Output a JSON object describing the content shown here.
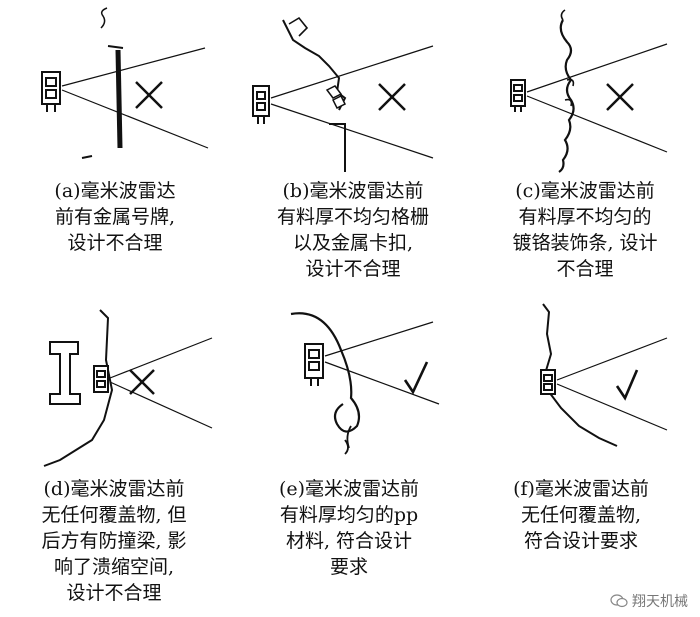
{
  "panels": [
    {
      "id": "a",
      "lines": [
        "(a)毫米波雷达",
        "前有金属号牌,",
        "设计不合理"
      ],
      "mark": "cross"
    },
    {
      "id": "b",
      "lines": [
        "(b)毫米波雷达前",
        "有料厚不均匀格栅",
        "以及金属卡扣,",
        "设计不合理"
      ],
      "mark": "cross"
    },
    {
      "id": "c",
      "lines": [
        "(c)毫米波雷达前",
        "有料厚不均匀的",
        "镀铬装饰条, 设计",
        "不合理"
      ],
      "mark": "cross"
    },
    {
      "id": "d",
      "lines": [
        "(d)毫米波雷达前",
        "无任何覆盖物, 但",
        "后方有防撞梁, 影",
        "响了溃缩空间,",
        "设计不合理"
      ],
      "mark": "cross"
    },
    {
      "id": "e",
      "lines": [
        "(e)毫米波雷达前",
        "有料厚均匀的pp",
        "材料, 符合设计",
        "要求"
      ],
      "mark": "check"
    },
    {
      "id": "f",
      "lines": [
        "(f)毫米波雷达前",
        "无任何覆盖物,",
        "符合设计要求"
      ],
      "mark": "check"
    }
  ],
  "watermark": {
    "text": "翔天机械",
    "icon": "wechat-icon"
  }
}
